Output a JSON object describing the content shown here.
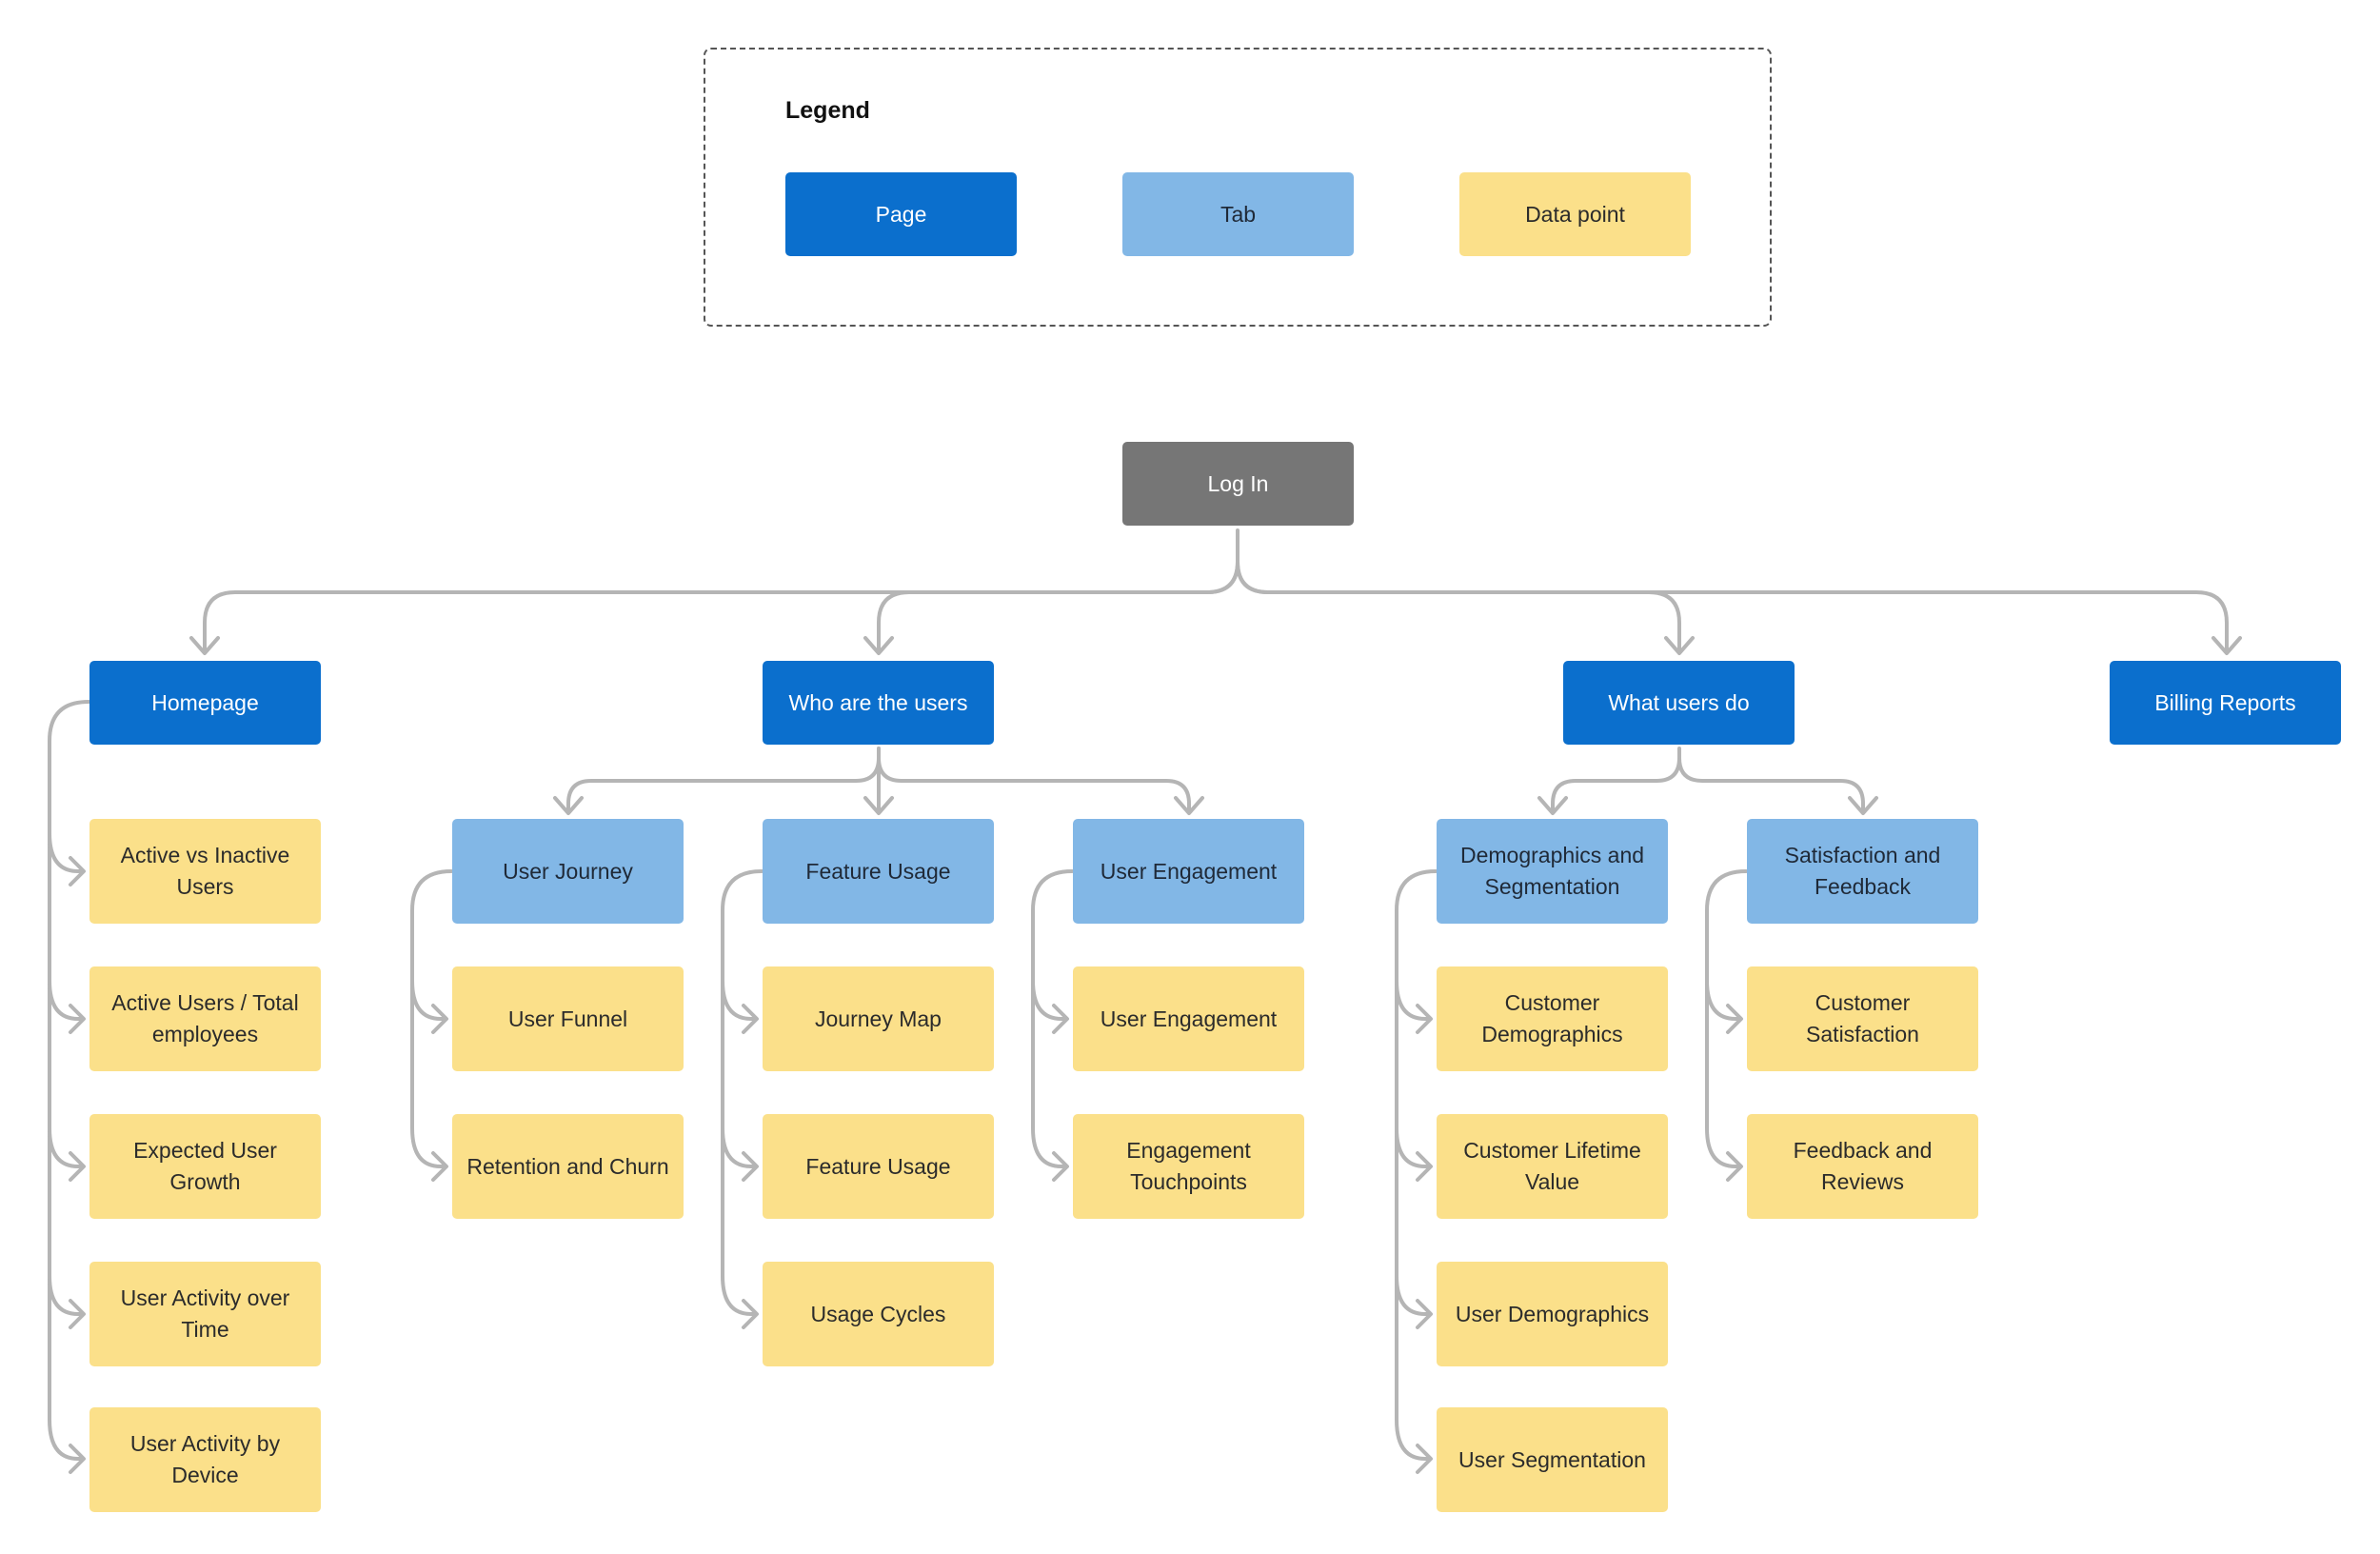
{
  "legend": {
    "title": "Legend",
    "page_label": "Page",
    "tab_label": "Tab",
    "datapoint_label": "Data point"
  },
  "colors": {
    "page": "#0b6fcd",
    "tab": "#82b7e6",
    "data_point": "#fbe08a",
    "login": "#767676",
    "connector": "#b5b5b5"
  },
  "root": {
    "label": "Log In"
  },
  "pages": [
    {
      "label": "Homepage",
      "data_points": [
        "Active vs Inactive Users",
        "Active Users / Total employees",
        "Expected User Growth",
        "User Activity over Time",
        "User Activity by Device"
      ]
    },
    {
      "label": "Who are the users",
      "tabs": [
        {
          "label": "User Journey",
          "data_points": [
            "User Funnel",
            "Retention and Churn"
          ]
        },
        {
          "label": "Feature Usage",
          "data_points": [
            "Journey Map",
            "Feature Usage",
            "Usage Cycles"
          ]
        },
        {
          "label": "User Engagement",
          "data_points": [
            "User Engagement",
            "Engagement Touchpoints"
          ]
        }
      ]
    },
    {
      "label": "What users do",
      "tabs": [
        {
          "label": "Demographics and Segmentation",
          "data_points": [
            "Customer Demographics",
            "Customer Lifetime Value",
            "User Demographics",
            "User Segmentation"
          ]
        },
        {
          "label": "Satisfaction and Feedback",
          "data_points": [
            "Customer Satisfaction",
            "Feedback and Reviews"
          ]
        }
      ]
    },
    {
      "label": "Billing Reports"
    }
  ]
}
